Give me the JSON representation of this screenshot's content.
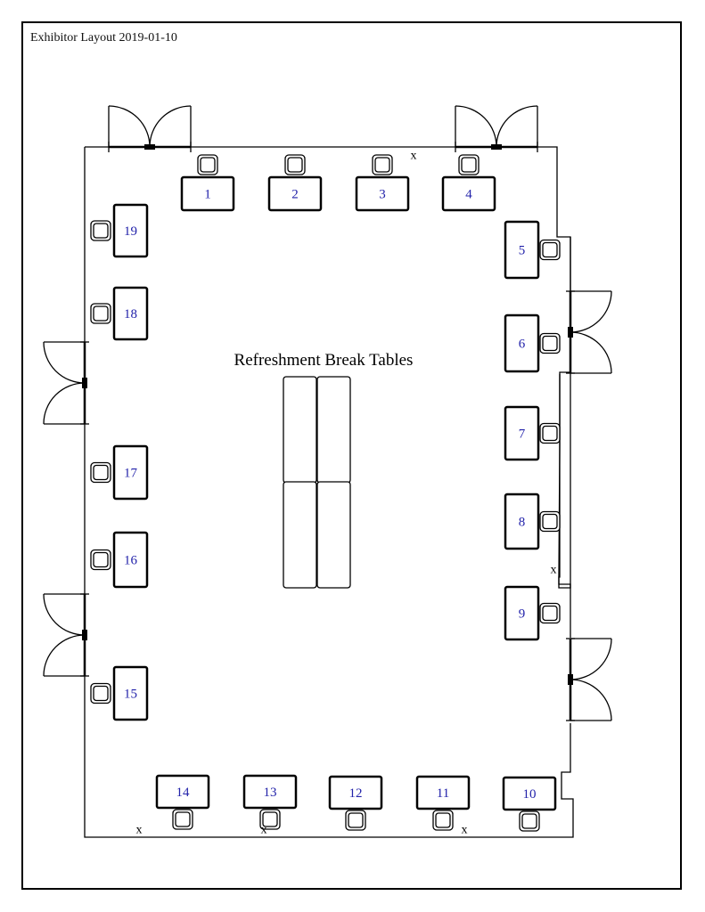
{
  "page_title": "Exhibitor Layout 2019-01-10",
  "refreshment_label": "Refreshment Break Tables",
  "x_marker": "x",
  "booth_labels": [
    "1",
    "2",
    "3",
    "4",
    "5",
    "6",
    "7",
    "8",
    "9",
    "10",
    "11",
    "12",
    "13",
    "14",
    "15",
    "16",
    "17",
    "18",
    "19"
  ],
  "colors": {
    "booth_number": "#2222aa",
    "lines": "#000000",
    "background": "#ffffff"
  }
}
